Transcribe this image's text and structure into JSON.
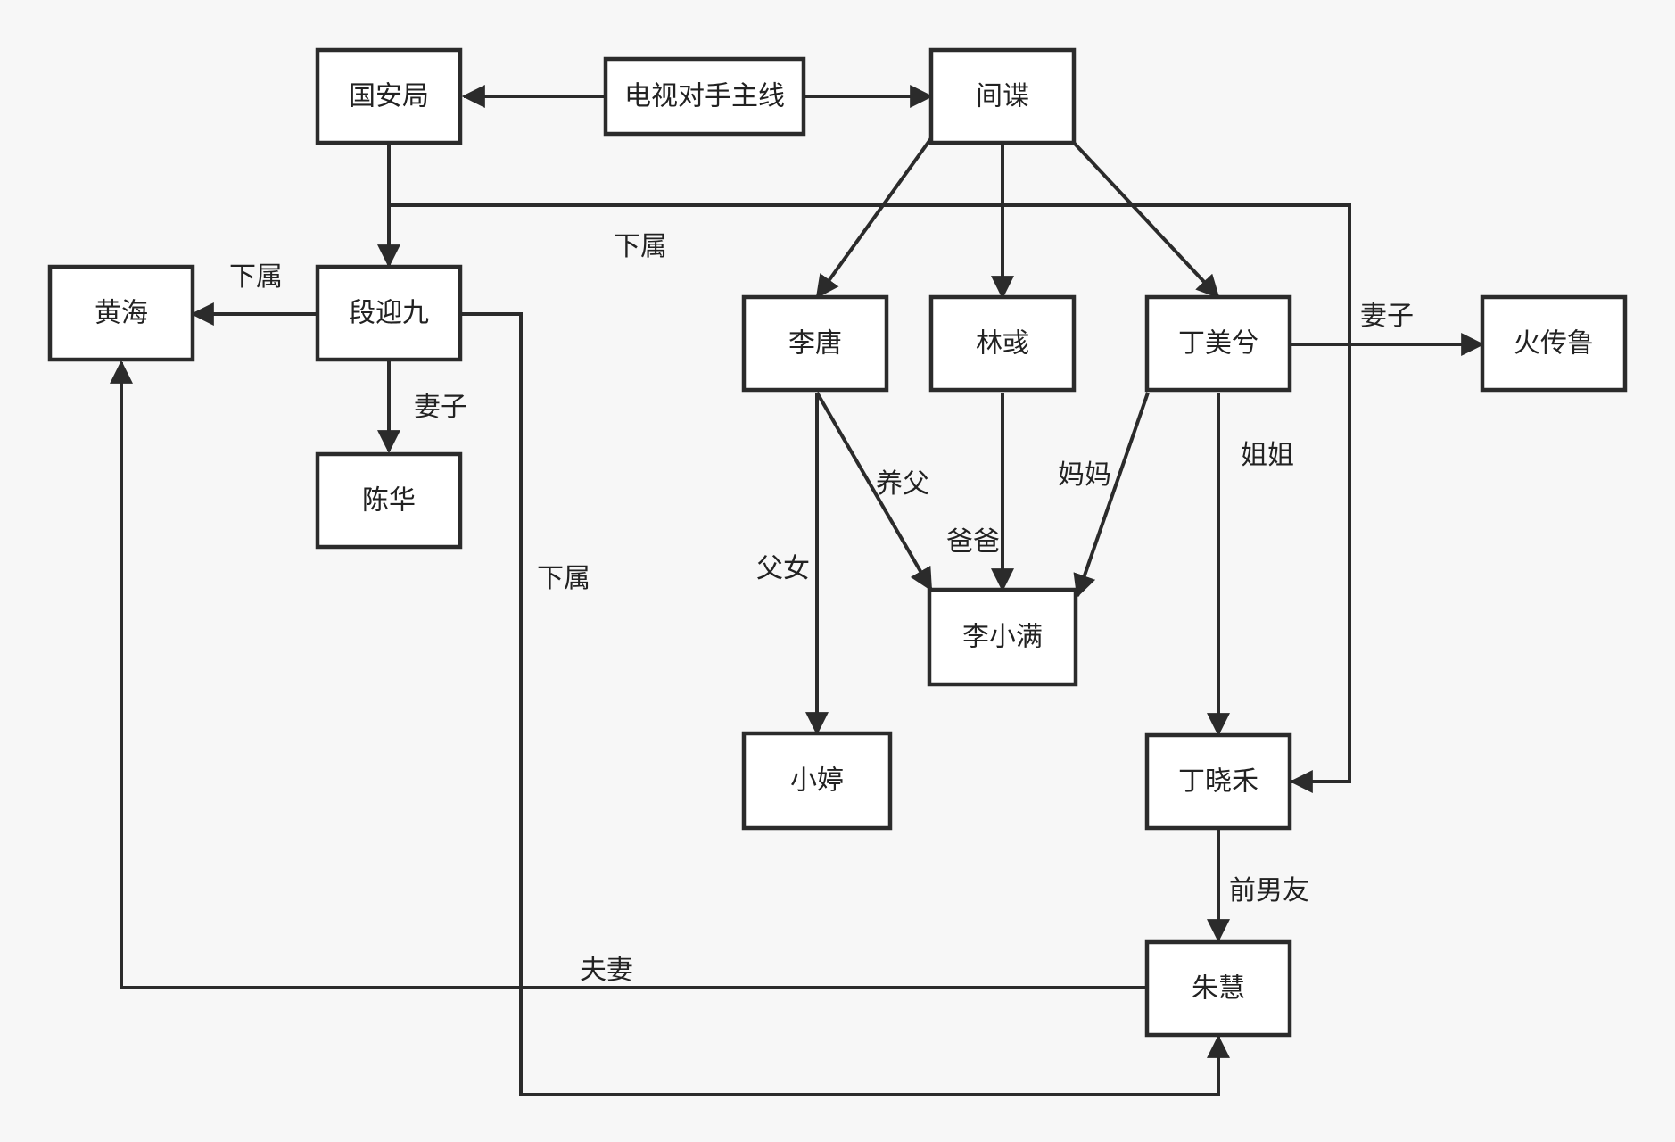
{
  "nodes": {
    "guoanju": "国安局",
    "dianshi": "电视对手主线",
    "jiandie": "间谍",
    "huanghai": "黄海",
    "duanyingjiu": "段迎九",
    "litang": "李唐",
    "linyu": "林彧",
    "dingmeixi": "丁美兮",
    "huochuanlu": "火传鲁",
    "chenhua": "陈华",
    "lixiaoman": "李小满",
    "xiaoting": "小婷",
    "dingxiaohe": "丁晓禾",
    "zhuhui": "朱慧"
  },
  "edge_labels": {
    "xiashu_top": "下属",
    "xiashu_huanghai": "下属",
    "qizi_chenhua": "妻子",
    "xiashu_zhuhui": "下属",
    "fuqi": "夫妻",
    "yangfu": "养父",
    "fu_nv": "父女",
    "baba": "爸爸",
    "mama": "妈妈",
    "qizi_huo": "妻子",
    "jiejie": "姐姐",
    "qian_nanyou": "前男友"
  },
  "colors": {
    "line": "#2b2b2b",
    "background": "#f7f7f7",
    "box_fill": "#ffffff"
  }
}
